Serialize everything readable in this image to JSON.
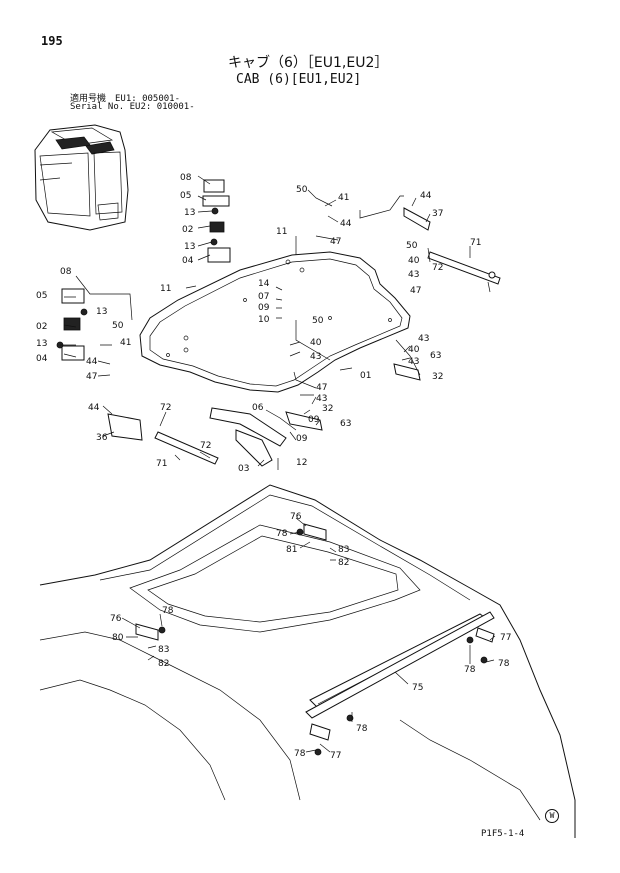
{
  "page": {
    "number": "195",
    "title_jp": "キャブ（6）［EU1,EU2］",
    "title_en": "CAB (6)[EU1,EU2]",
    "serial_line1": "適用号機　EU1: 005001-",
    "serial_line2": "Serial No. EU2: 010001-",
    "footer_code": "P1F5-1-4",
    "w_mark": "W"
  },
  "callouts": [
    "08",
    "05",
    "13",
    "02",
    "13",
    "04",
    "50",
    "41",
    "44",
    "47",
    "44",
    "37",
    "11",
    "71",
    "50",
    "40",
    "43",
    "72",
    "47",
    "08",
    "05",
    "13",
    "02",
    "13",
    "04",
    "11",
    "14",
    "07",
    "09",
    "10",
    "50",
    "50",
    "40",
    "43",
    "41",
    "44",
    "47",
    "43",
    "63",
    "40",
    "43",
    "01",
    "32",
    "47",
    "72",
    "44",
    "43",
    "06",
    "32",
    "36",
    "09",
    "63",
    "72",
    "09",
    "71",
    "03",
    "12",
    "76",
    "78",
    "81",
    "83",
    "82",
    "78",
    "76",
    "80",
    "83",
    "82",
    "77",
    "78",
    "78",
    "75",
    "78",
    "78",
    "77"
  ]
}
